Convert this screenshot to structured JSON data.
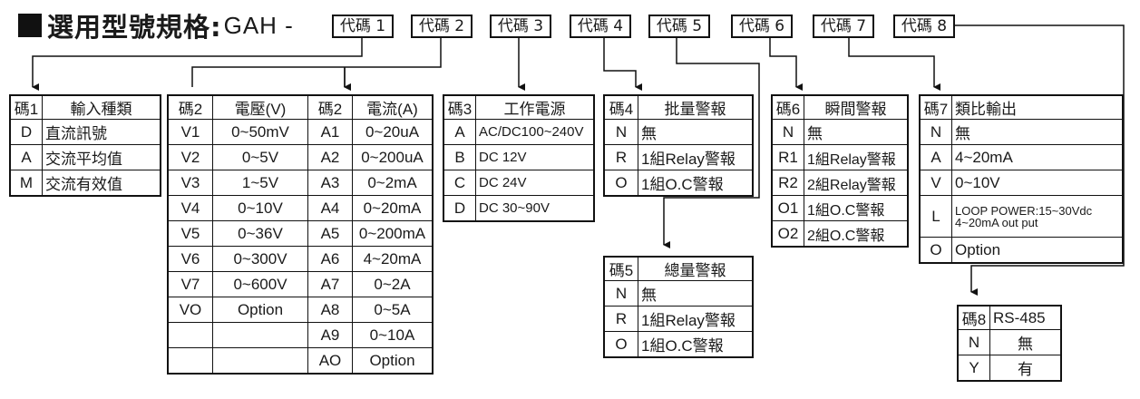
{
  "title": {
    "main": "選用型號規格:",
    "model": "GAH -"
  },
  "codes": [
    "代碼 1",
    "代碼 2",
    "代碼 3",
    "代碼 4",
    "代碼 5",
    "代碼 6",
    "代碼 7",
    "代碼 8"
  ],
  "t1": {
    "header": [
      "碼1",
      "輸入種類"
    ],
    "rows": [
      [
        "D",
        "直流訊號"
      ],
      [
        "A",
        "交流平均值"
      ],
      [
        "M",
        "交流有效值"
      ]
    ]
  },
  "t2": {
    "header": [
      "碼2",
      "電壓(V)",
      "碼2",
      "電流(A)"
    ],
    "rows": [
      [
        "V1",
        "0~50mV",
        "A1",
        "0~20uA"
      ],
      [
        "V2",
        "0~5V",
        "A2",
        "0~200uA"
      ],
      [
        "V3",
        "1~5V",
        "A3",
        "0~2mA"
      ],
      [
        "V4",
        "0~10V",
        "A4",
        "0~20mA"
      ],
      [
        "V5",
        "0~36V",
        "A5",
        "0~200mA"
      ],
      [
        "V6",
        "0~300V",
        "A6",
        "4~20mA"
      ],
      [
        "V7",
        "0~600V",
        "A7",
        "0~2A"
      ],
      [
        "VO",
        "Option",
        "A8",
        "0~5A"
      ],
      [
        "",
        "",
        "A9",
        "0~10A"
      ],
      [
        "",
        "",
        "AO",
        "Option"
      ]
    ]
  },
  "t3": {
    "header": [
      "碼3",
      "工作電源"
    ],
    "rows": [
      [
        "A",
        "AC/DC100~240V"
      ],
      [
        "B",
        "DC 12V"
      ],
      [
        "C",
        "DC 24V"
      ],
      [
        "D",
        "DC 30~90V"
      ]
    ]
  },
  "t4": {
    "header": [
      "碼4",
      "批量警報"
    ],
    "rows": [
      [
        "N",
        "無"
      ],
      [
        "R",
        "1組Relay警報"
      ],
      [
        "O",
        "1組O.C警報"
      ]
    ]
  },
  "t5": {
    "header": [
      "碼5",
      "總量警報"
    ],
    "rows": [
      [
        "N",
        "無"
      ],
      [
        "R",
        "1組Relay警報"
      ],
      [
        "O",
        "1組O.C警報"
      ]
    ]
  },
  "t6": {
    "header": [
      "碼6",
      "瞬間警報"
    ],
    "rows": [
      [
        "N",
        "無"
      ],
      [
        "R1",
        "1組Relay警報"
      ],
      [
        "R2",
        "2組Relay警報"
      ],
      [
        "O1",
        "1組O.C警報"
      ],
      [
        "O2",
        "2組O.C警報"
      ]
    ]
  },
  "t7": {
    "header": [
      "碼7",
      "類比輸出"
    ],
    "rows": [
      [
        "N",
        "無"
      ],
      [
        "A",
        "4~20mA"
      ],
      [
        "V",
        "0~10V"
      ],
      [
        "L",
        "LOOP POWER:15~30Vdc\n4~20mA out put"
      ],
      [
        "O",
        "Option"
      ]
    ]
  },
  "t8": {
    "header": [
      "碼8",
      "RS-485"
    ],
    "rows": [
      [
        "N",
        "無"
      ],
      [
        "Y",
        "有"
      ]
    ]
  }
}
